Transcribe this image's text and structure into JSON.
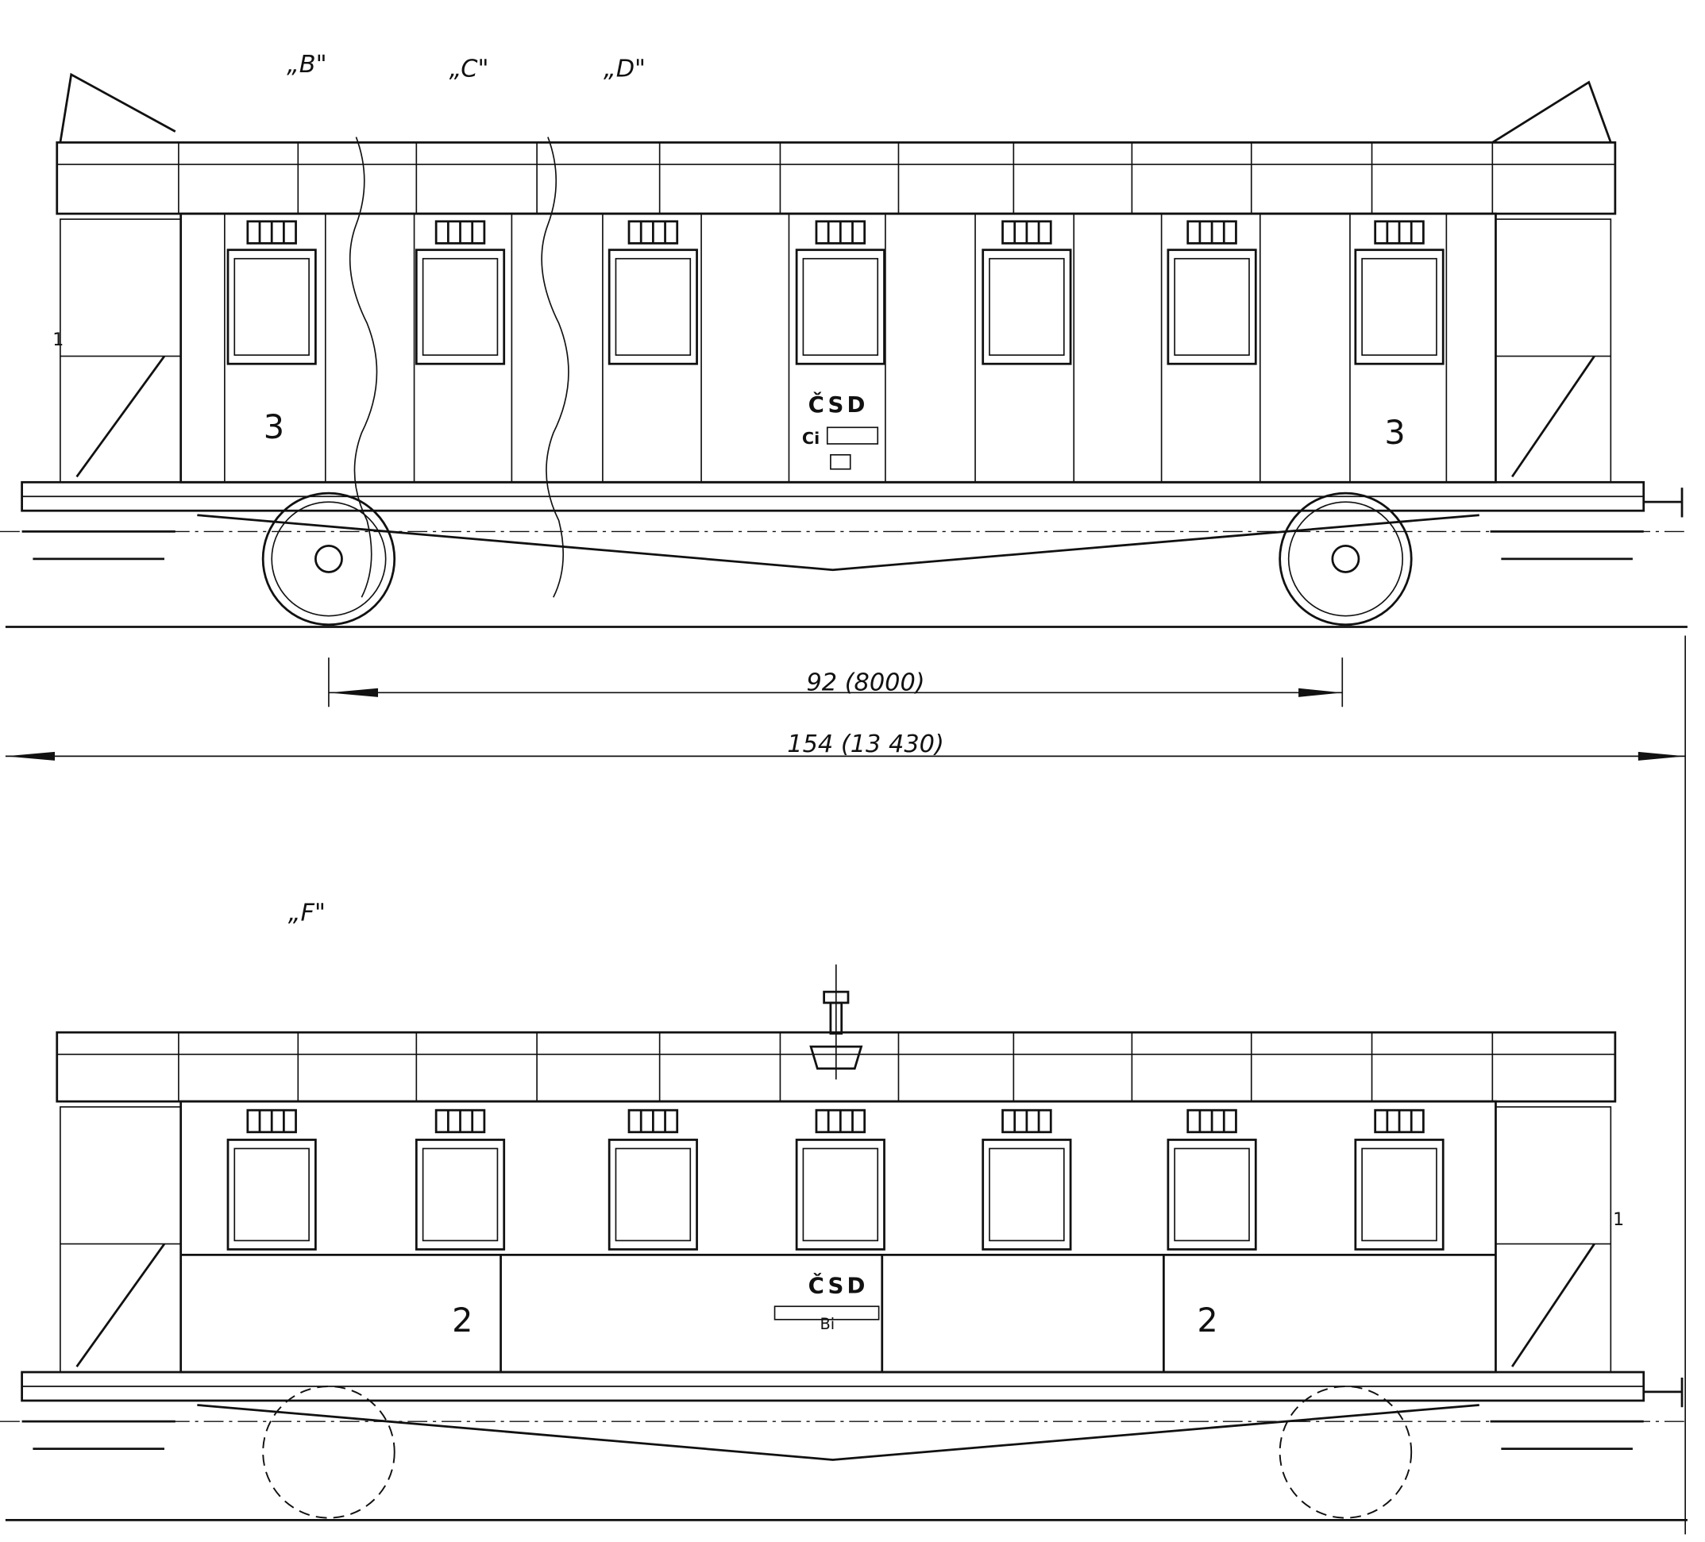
{
  "drawing": {
    "view_labels": {
      "b": "„B\"",
      "c": "„C\"",
      "d": "„D\"",
      "f": "„F\""
    },
    "upper_car": {
      "class_number_left": "3",
      "class_number_right": "3",
      "operator_mark": "ČSD",
      "type_code": "Ci"
    },
    "lower_car": {
      "class_number_left": "2",
      "class_number_right": "2",
      "operator_mark": "ČSD",
      "type_code": "Bi"
    },
    "dimensions": {
      "wheelbase": "92 (8000)",
      "overall_length": "154 (13 430)"
    },
    "side_marks": {
      "upper_left": "1",
      "lower_right": "1"
    },
    "line_color": "#111111"
  }
}
